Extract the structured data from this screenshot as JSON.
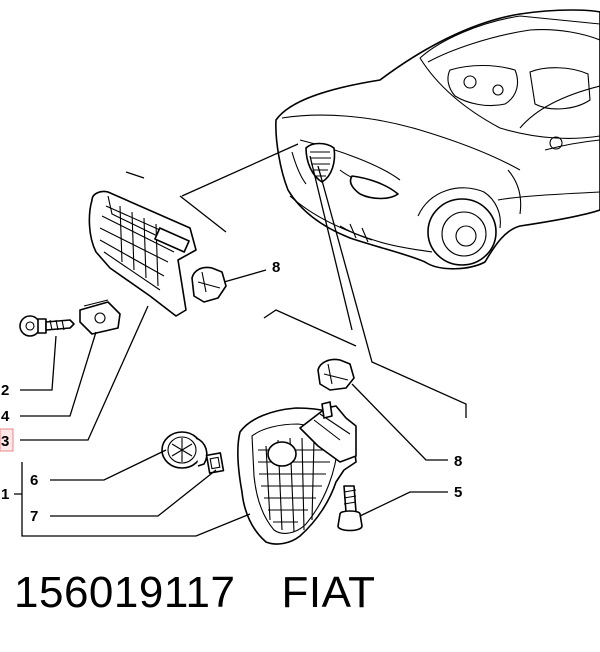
{
  "callouts": {
    "c1": "1",
    "c2": "2",
    "c3": "3",
    "c4": "4",
    "c5": "5",
    "c6": "6",
    "c7": "7",
    "c8a": "8",
    "c8b": "8"
  },
  "footer": {
    "part_number": "156019117",
    "brand": "FIAT"
  },
  "colors": {
    "highlight_fill": "#fde7e7",
    "highlight_border": "#e48a8a",
    "line": "#000000"
  }
}
